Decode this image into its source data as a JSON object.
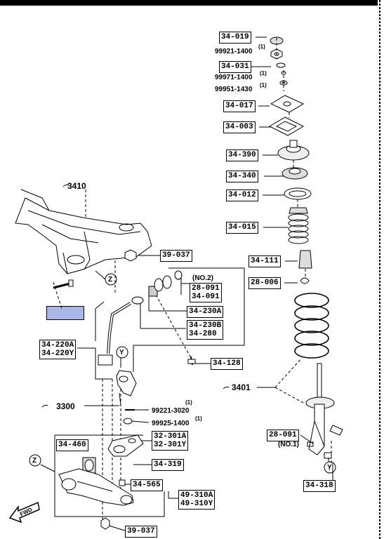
{
  "parts": {
    "p34_019": "34-019",
    "p99921_1400": "99921-1400",
    "p34_031": "34-031",
    "p99971_1400": "99971-1400",
    "p99951_1430": "99951-1430",
    "p34_017": "34-017",
    "p34_003": "34-003",
    "p34_390": "34-390",
    "p34_340": "34-340",
    "p34_012": "34-012",
    "p34_015": "34-015",
    "p34_111": "34-111",
    "p28_006": "28-006",
    "p39_037_top": "39-037",
    "no2": "(NO.2)",
    "p28_091_top": "28-091",
    "p34_091": "34-091",
    "p34_230A": "34-230A",
    "p34_230B": "34-230B",
    "p34_280": "34-280",
    "p34_220A": "34-220A",
    "p34_220Y": "34-220Y",
    "p34_128": "34-128",
    "p3401": "3401",
    "p3410": "3410",
    "p3300": "3300",
    "p99221_3020": "99221-3020",
    "p99925_1400": "99925-1400",
    "p34_460": "34-460",
    "p32_301A": "32-301A",
    "p32_301Y": "32-301Y",
    "p34_319": "34-319",
    "p34_565": "34-565",
    "p49_310A": "49-310A",
    "p49_310Y": "49-310Y",
    "p39_037_bottom": "39-037",
    "p28_091_right": "28-091",
    "no1": "(NO.1)",
    "p34_318": "34-318",
    "qty1": "(1)",
    "markerZ": "Z",
    "markerY": "Y",
    "fwd": "FWD"
  }
}
